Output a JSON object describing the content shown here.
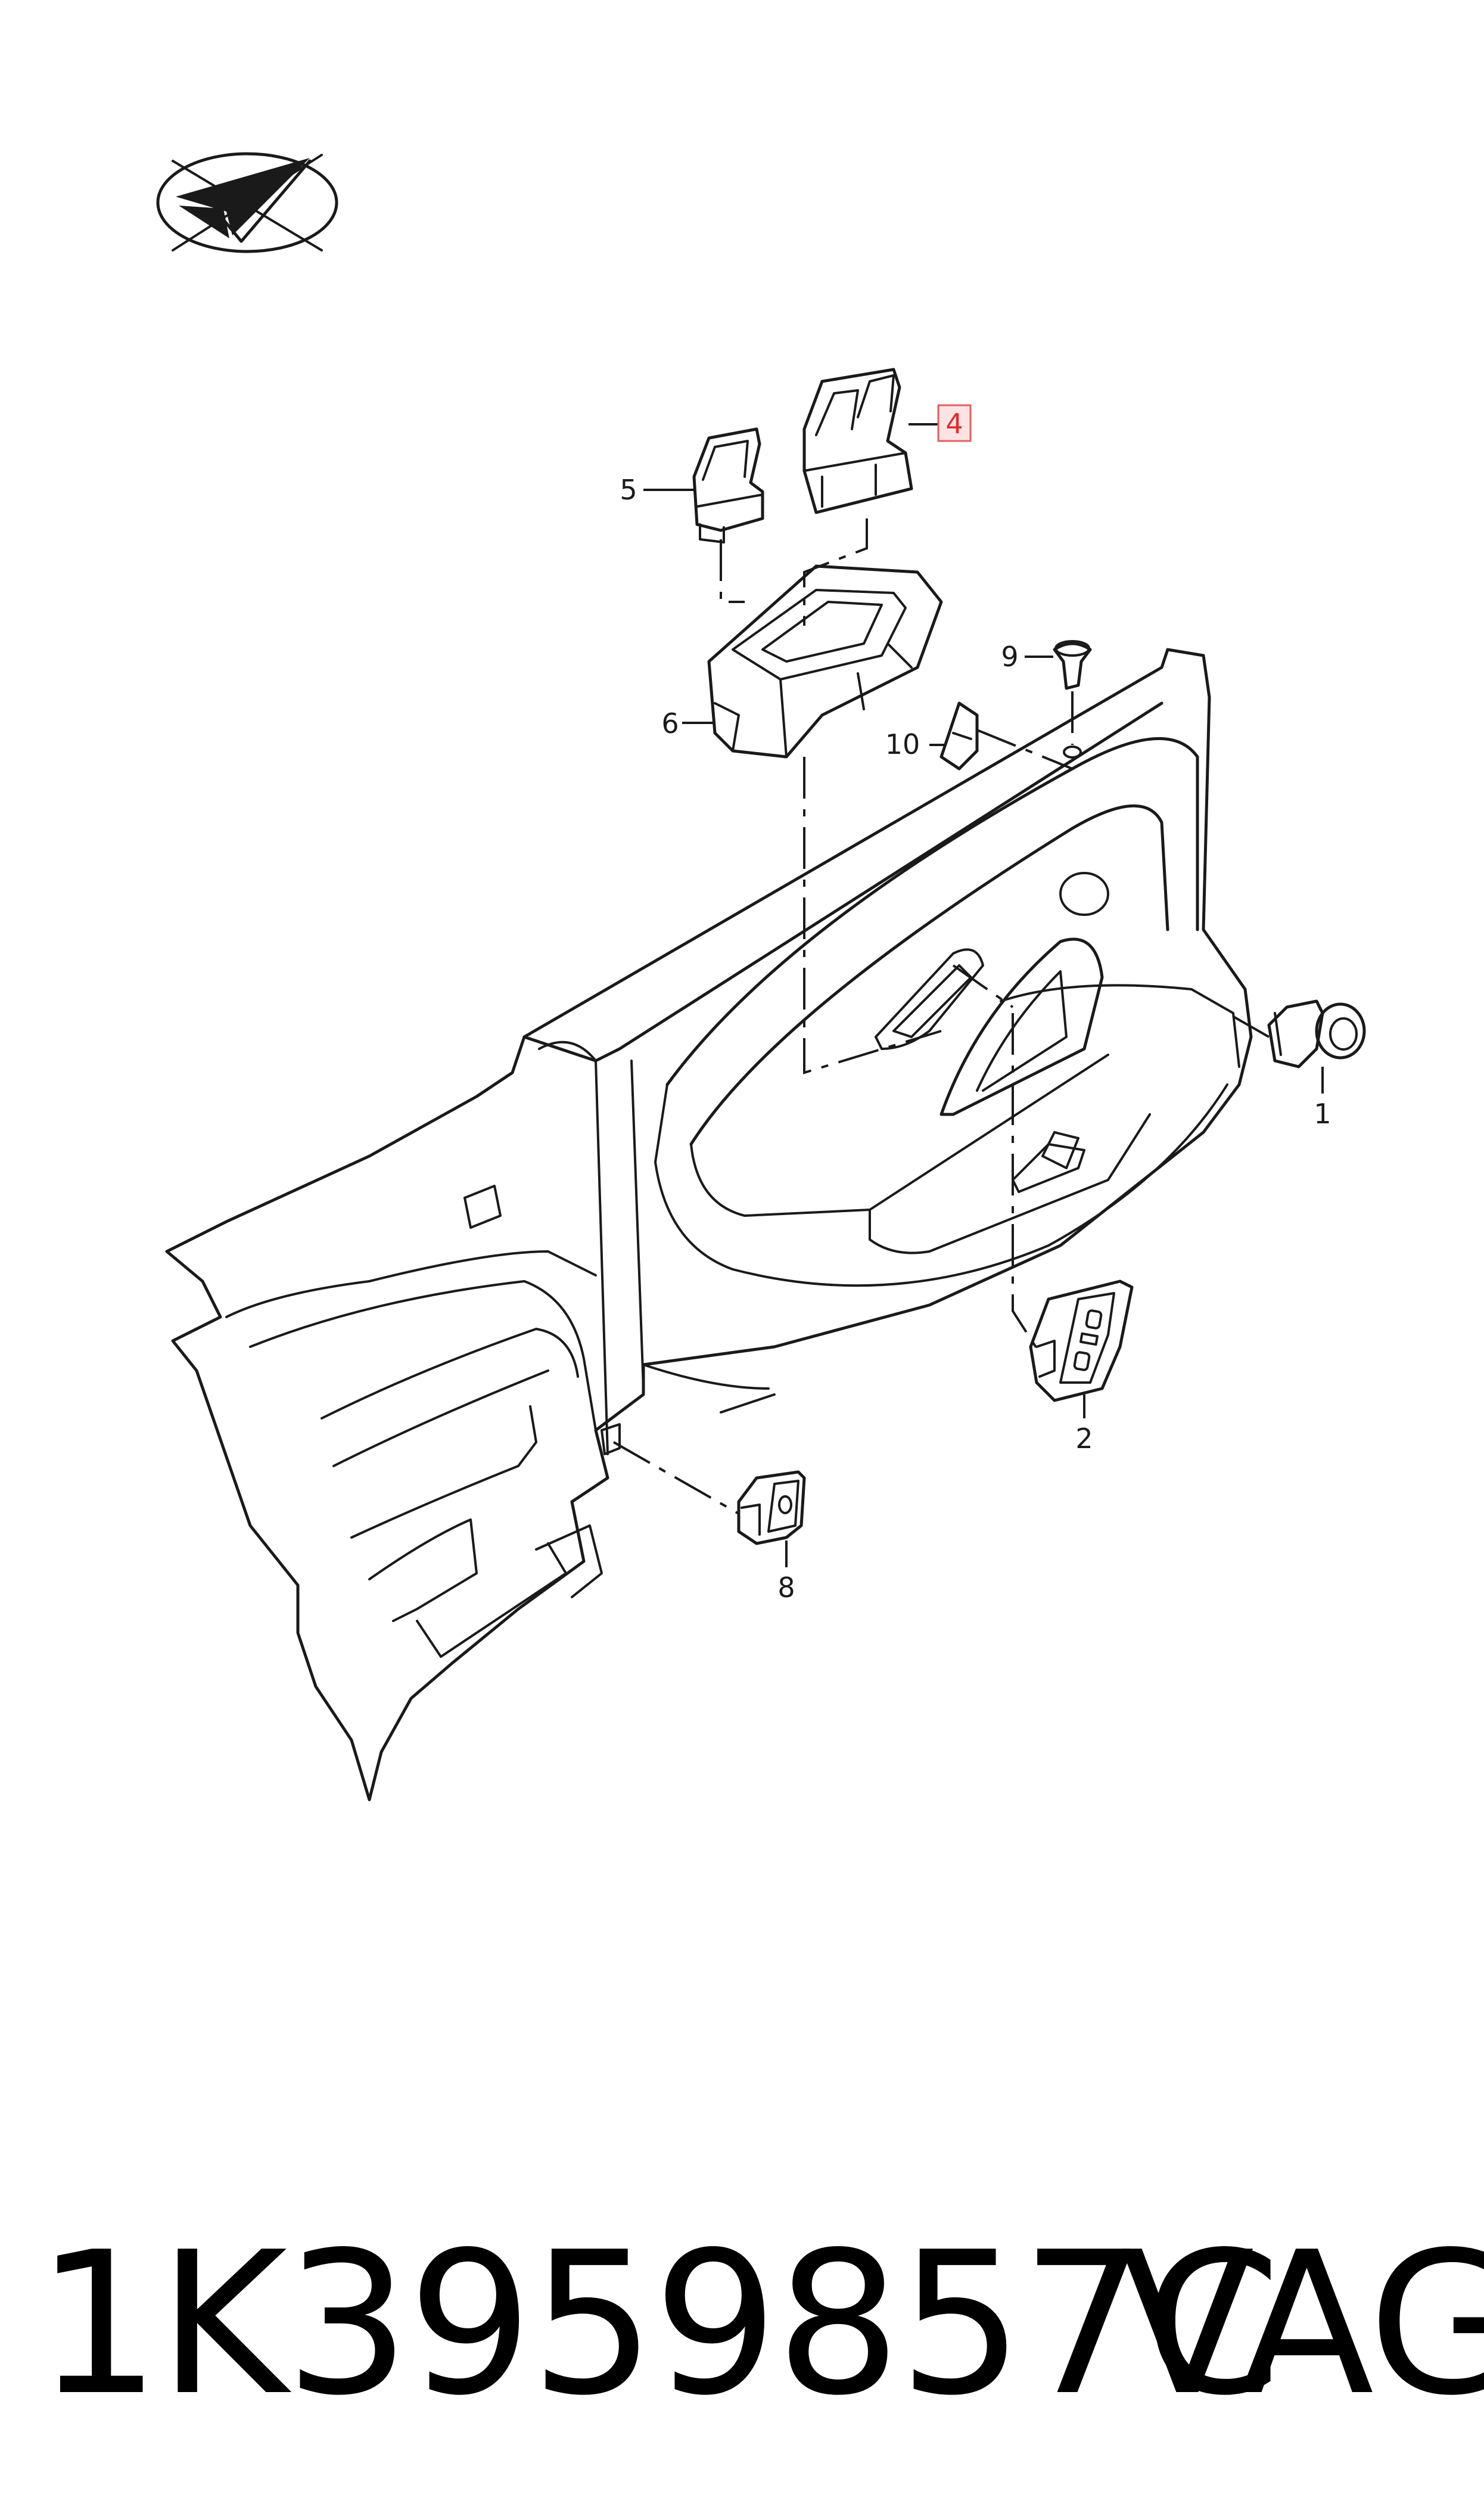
{
  "callouts": [
    {
      "id": "1",
      "label": "1",
      "highlighted": false
    },
    {
      "id": "2",
      "label": "2",
      "highlighted": false
    },
    {
      "id": "4",
      "label": "4",
      "highlighted": true
    },
    {
      "id": "5",
      "label": "5",
      "highlighted": false
    },
    {
      "id": "6",
      "label": "6",
      "highlighted": false
    },
    {
      "id": "8",
      "label": "8",
      "highlighted": false
    },
    {
      "id": "9",
      "label": "9",
      "highlighted": false
    },
    {
      "id": "10",
      "label": "10",
      "highlighted": false
    }
  ],
  "footer": {
    "part_number": "1K3959857C",
    "brand": "VAG"
  },
  "colors": {
    "line": "#1a1a1a",
    "highlight_text": "#d93030",
    "highlight_box": "#fde3e3"
  },
  "icons": {
    "logo": "paper-plane-check-logo-icon"
  }
}
